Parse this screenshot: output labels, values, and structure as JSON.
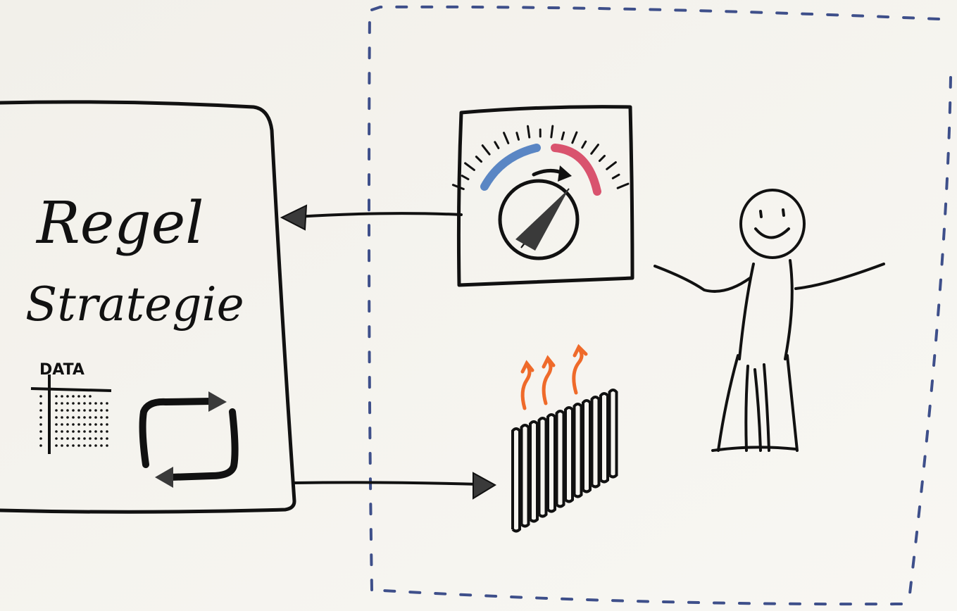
{
  "controller": {
    "title_line1": "Regel",
    "title_line2": "Strategie",
    "data_label": "DATA"
  },
  "colors": {
    "ink": "#111111",
    "cold_arc": "#5a86c4",
    "hot_arc": "#d9536e",
    "heat_waves": "#ef6a2a",
    "room_border": "#3e4f8a",
    "arrow_fill": "#3a3a3a",
    "paper": "#f6f4ef"
  },
  "icons": {
    "thermostat": "thermostat-dial-icon",
    "radiator": "radiator-icon",
    "person": "smiling-person-icon",
    "data_table": "data-table-icon",
    "loop": "feedback-loop-icon"
  }
}
